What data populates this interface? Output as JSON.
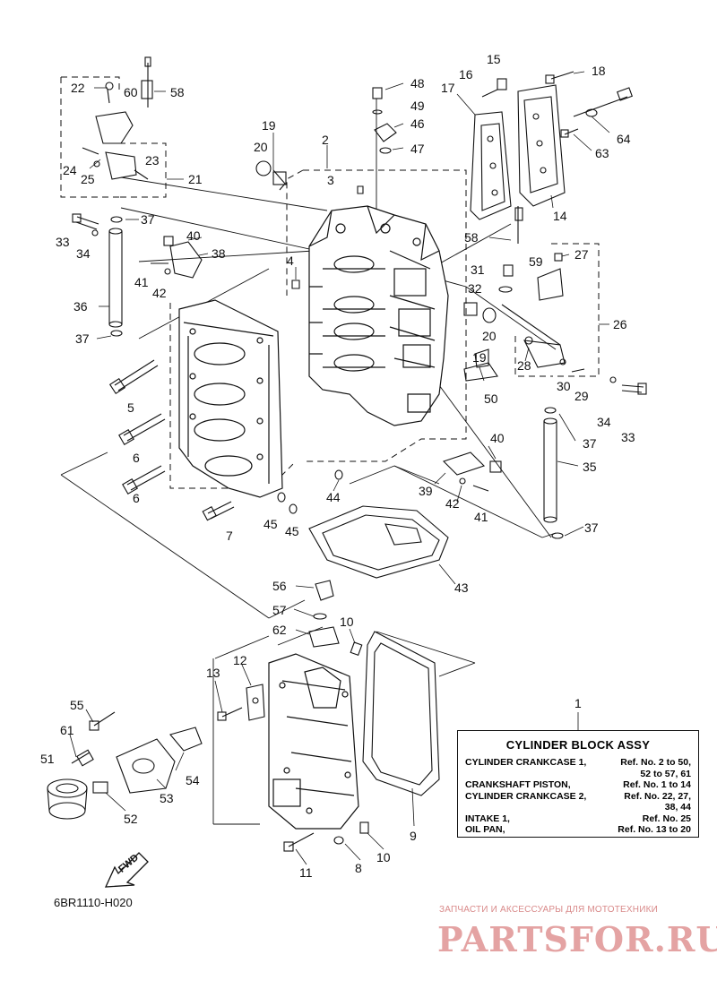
{
  "diagram": {
    "code": "6BR1110-H020",
    "fwd_label": "FWD"
  },
  "assy_box": {
    "ref_number": "1",
    "title": "CYLINDER BLOCK ASSY",
    "lines": [
      {
        "left": "CYLINDER CRANKCASE 1,",
        "right": "Ref. No. 2 to 50,"
      },
      {
        "left": "",
        "right": "52 to 57, 61"
      },
      {
        "left": "CRANKSHAFT PISTON,",
        "right": "Ref. No. 1 to 14"
      },
      {
        "left": "CYLINDER CRANKCASE 2,",
        "right": "Ref. No. 22, 27,"
      },
      {
        "left": "",
        "right": "38, 44"
      },
      {
        "left": "INTAKE 1,",
        "right": "Ref. No. 25"
      },
      {
        "left": "OIL PAN,",
        "right": "Ref. No. 13 to 20"
      }
    ]
  },
  "watermark": {
    "tagline": "ЗАПЧАСТИ И АКСЕССУАРЫ ДЛЯ МОТОТЕХНИКИ",
    "logo": "PARTSFOR.RU"
  },
  "callouts": [
    "22",
    "60",
    "58",
    "24",
    "25",
    "23",
    "21",
    "37",
    "33",
    "34",
    "36",
    "37",
    "40",
    "38",
    "41",
    "42",
    "4",
    "5",
    "6",
    "6",
    "7",
    "19",
    "20",
    "2",
    "3",
    "48",
    "49",
    "46",
    "47",
    "17",
    "16",
    "15",
    "18",
    "64",
    "63",
    "14",
    "58",
    "31",
    "32",
    "59",
    "27",
    "26",
    "19",
    "20",
    "50",
    "28",
    "30",
    "29",
    "34",
    "33",
    "37",
    "35",
    "37",
    "40",
    "39",
    "42",
    "41",
    "44",
    "45",
    "45",
    "43",
    "56",
    "57",
    "62",
    "10",
    "12",
    "13",
    "55",
    "61",
    "51",
    "54",
    "53",
    "52",
    "11",
    "8",
    "10",
    "9"
  ]
}
